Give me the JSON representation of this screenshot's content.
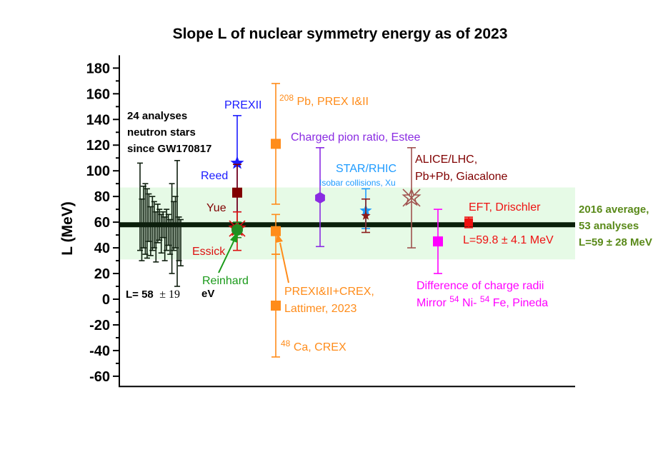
{
  "chart_data": {
    "type": "scatter",
    "title": "Slope L of nuclear symmetry energy as of 2023",
    "ylabel": "L (MeV)",
    "ylim": [
      -68,
      190
    ],
    "yticks": [
      -60,
      -40,
      -20,
      0,
      20,
      40,
      60,
      80,
      100,
      120,
      140,
      160,
      180
    ],
    "average_band": {
      "center": 58,
      "low": 31,
      "high": 87
    },
    "neutron_star_errorbars": [
      {
        "lo": 38,
        "hi": 106
      },
      {
        "lo": 30,
        "hi": 78
      },
      {
        "lo": 40,
        "hi": 88
      },
      {
        "lo": 35,
        "hi": 90
      },
      {
        "lo": 32,
        "hi": 86
      },
      {
        "lo": 45,
        "hi": 82
      },
      {
        "lo": 34,
        "hi": 72
      },
      {
        "lo": 38,
        "hi": 80
      },
      {
        "lo": 40,
        "hi": 76
      },
      {
        "lo": 29,
        "hi": 68
      },
      {
        "lo": 44,
        "hi": 74
      },
      {
        "lo": 46,
        "hi": 70
      },
      {
        "lo": 36,
        "hi": 66
      },
      {
        "lo": 48,
        "hi": 68
      },
      {
        "lo": 30,
        "hi": 64
      },
      {
        "lo": 38,
        "hi": 70
      },
      {
        "lo": 42,
        "hi": 66
      },
      {
        "lo": 35,
        "hi": 62
      },
      {
        "lo": 20,
        "hi": 90
      },
      {
        "lo": 38,
        "hi": 76
      },
      {
        "lo": 40,
        "hi": 80
      },
      {
        "lo": 10,
        "hi": 108
      },
      {
        "lo": 30,
        "hi": 64
      },
      {
        "lo": 26,
        "hi": 62
      }
    ],
    "points": [
      {
        "label": "PREXII",
        "y": 106,
        "lo": 68,
        "hi": 143,
        "marker": "star",
        "color": "#1a1aff"
      },
      {
        "label": "Yue",
        "y": 83,
        "lo": 58,
        "hi": 105,
        "marker": "square",
        "color": "#800000"
      },
      {
        "label": "Essick",
        "y": 55,
        "lo": 38,
        "hi": 68,
        "marker": "xstar",
        "color": "#dd1111"
      },
      {
        "label": "Reinhard",
        "y": 54,
        "lo": 48,
        "hi": 60,
        "marker": "circle",
        "color": "#228b22"
      },
      {
        "label": "208Pb, PREX I&II",
        "y": 121,
        "lo": 74,
        "hi": 168,
        "marker": "square",
        "color": "#ff8c1a"
      },
      {
        "label": "PREXI&II+CREX",
        "y": 53,
        "lo": 35,
        "hi": 66,
        "marker": "square",
        "color": "#ff8c1a"
      },
      {
        "label": "48Ca, CREX",
        "y": -5,
        "lo": -45,
        "hi": 35,
        "marker": "square",
        "color": "#ff8c1a"
      },
      {
        "label": "Charged pion ratio, Estee",
        "y": 79,
        "lo": 41,
        "hi": 118,
        "marker": "hexagon",
        "color": "#8a2be2"
      },
      {
        "label": "STAR/RHIC",
        "y": 69,
        "lo": 55,
        "hi": 86,
        "marker": "star",
        "color": "#1e9bff"
      },
      {
        "label": "Xu",
        "y": 65,
        "lo": 52,
        "hi": 78,
        "marker": "star",
        "color": "#8b1a1a"
      },
      {
        "label": "ALICE/LHC",
        "y": 79,
        "lo": 40,
        "hi": 118,
        "marker": "xstar",
        "color": "#a0524f"
      },
      {
        "label": "Mirror Ni-Fe",
        "y": 45,
        "lo": 20,
        "hi": 70,
        "marker": "square",
        "color": "#ff00ff"
      },
      {
        "label": "EFT, Drischler",
        "y": 59.8,
        "lo": 55.7,
        "hi": 63.9,
        "marker": "square",
        "color": "#ee1111"
      }
    ]
  },
  "labels": {
    "ns1": "24 analyses",
    "ns2": "neutron stars",
    "ns3": "since GW170817",
    "ns_result_prefix": "L= 58",
    "ns_result_suffix": "± 19",
    "prexii": "PREXII",
    "reed": "Reed",
    "yue": "Yue",
    "essick": "Essick",
    "reinhard": "Reinhard",
    "ev": "eV",
    "pb_sup": "208",
    "pb_text": "Pb, PREX I&II",
    "pion": "Charged pion ratio, Estee",
    "star": "STAR/RHIC",
    "isobar": "Isobar collisions, Xu",
    "alice1": "ALICE/LHC,",
    "alice2": "Pb+Pb, Giacalone",
    "eft": "EFT, Drischler",
    "eft_val": "L=59.8 ± 4.1 MeV",
    "avg1": "2016 average,",
    "avg2": "53 analyses",
    "avg3": "L=59 ± 28 MeV",
    "crex1": "PREXI&II+CREX,",
    "crex2": "Lattimer, 2023",
    "ca_sup": "48",
    "ca_text": "Ca, CREX",
    "mirror1": "Difference of charge radii",
    "mirror2_a": "Mirror ",
    "mirror2_sup1": "54",
    "mirror2_b": "Ni-",
    "mirror2_sup2": "54",
    "mirror2_c": "Fe, Pineda"
  },
  "colors": {
    "band": "#e6fae6",
    "average_line": "#0a1f0a",
    "ns_bars": "#0f1f0f",
    "avg_text": "#5a8a1a",
    "reinhard": "#1a9a1a",
    "orange": "#ff8c1a",
    "purple": "#8a2be2",
    "cyan": "#1e9bff",
    "alice": "#800000",
    "mirror": "#ff00ff",
    "eft": "#ee1111"
  }
}
